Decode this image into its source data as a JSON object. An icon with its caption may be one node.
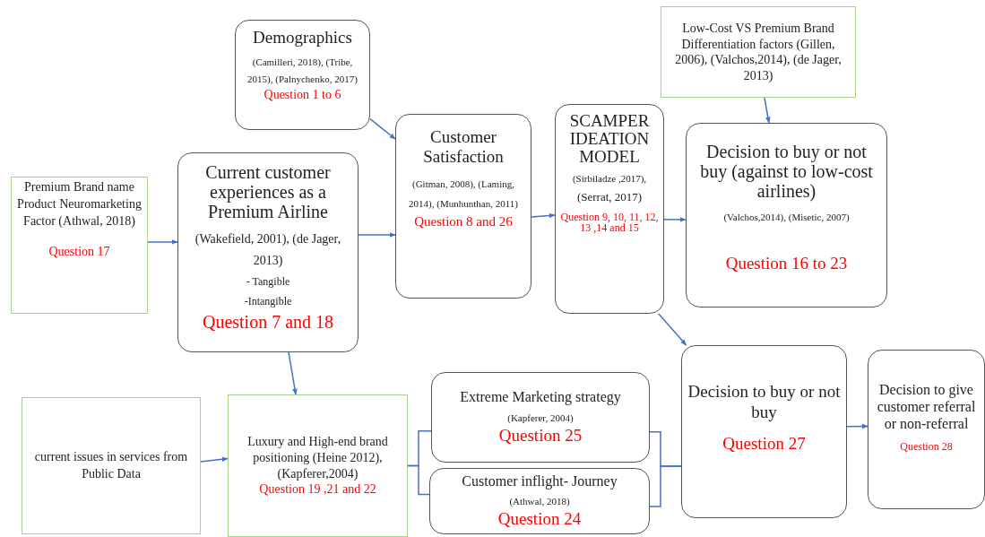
{
  "diagram": {
    "nodes": [
      {
        "text": [
          "Demographics",
          "(Camilleri, 2018), (Tribe, 2015), (Palnychenko, 2017)",
          "Question 1 to 6"
        ]
      },
      {
        "text": [
          "Premium Brand name Product Neuromarketing Factor (Athwal, 2018)",
          "Question 17"
        ]
      },
      {
        "text": [
          "Current customer experiences as a Premium Airline",
          "(Wakefield, 2001), (de Jager, 2013)",
          "- Tangible",
          "-Intangible",
          "Question 7 and 18"
        ]
      },
      {
        "text": [
          "Customer Satisfaction",
          "(Gitman, 2008), (Laming, 2014), (Munhunthan, 2011)",
          "Question 8 and 26"
        ]
      },
      {
        "text": [
          "SCAMPER IDEATION MODEL",
          "(Sirbiladze ,2017),",
          "(Serrat, 2017)",
          "Question 9, 10, 11, 12, 13 ,14 and 15"
        ]
      },
      {
        "text": [
          "Low-Cost VS Premium Brand Differentiation factors (Gillen, 2006), (Valchos,2014), (de Jager, 2013)"
        ]
      },
      {
        "text": [
          "Decision to buy or not buy (against to low-cost airlines)",
          "(Valchos,2014), (Misetic, 2007)",
          "Question 16 to 23"
        ]
      },
      {
        "text": [
          "current issues in services from Public Data"
        ]
      },
      {
        "text": [
          "Luxury and High-end brand positioning (Heine 2012), (Kapferer,2004)",
          "Question 19 ,21 and 22"
        ]
      },
      {
        "text": [
          "Extreme Marketing strategy",
          "(Kapferer, 2004)",
          "Question 25"
        ]
      },
      {
        "text": [
          "Customer inflight- Journey",
          "(Athwal, 2018)",
          "Question 24"
        ]
      },
      {
        "text": [
          "Decision to buy or not buy",
          "Question 27"
        ]
      },
      {
        "text": [
          "Decision to give customer referral or non-referral",
          "Question 28"
        ]
      }
    ],
    "edges": [
      {
        "from": 0,
        "to": 3,
        "arrow": "to"
      },
      {
        "from": 1,
        "to": 2,
        "arrow": "to"
      },
      {
        "from": 2,
        "to": 3,
        "arrow": "to"
      },
      {
        "from": 3,
        "to": 4,
        "arrow": "to"
      },
      {
        "from": 4,
        "to": 6,
        "arrow": "to"
      },
      {
        "from": 5,
        "to": 6,
        "arrow": "to"
      },
      {
        "from": 4,
        "to": 11,
        "arrow": "to"
      },
      {
        "from": 2,
        "to": 8,
        "arrow": "to"
      },
      {
        "from": 7,
        "to": 8,
        "arrow": "to"
      },
      {
        "from": 8,
        "to": 9,
        "arrow": "none"
      },
      {
        "from": 8,
        "to": 10,
        "arrow": "none"
      },
      {
        "from": 9,
        "to": 11,
        "arrow": "none"
      },
      {
        "from": 10,
        "to": 11,
        "arrow": "none"
      },
      {
        "from": 11,
        "to": 12,
        "arrow": "to"
      }
    ]
  }
}
